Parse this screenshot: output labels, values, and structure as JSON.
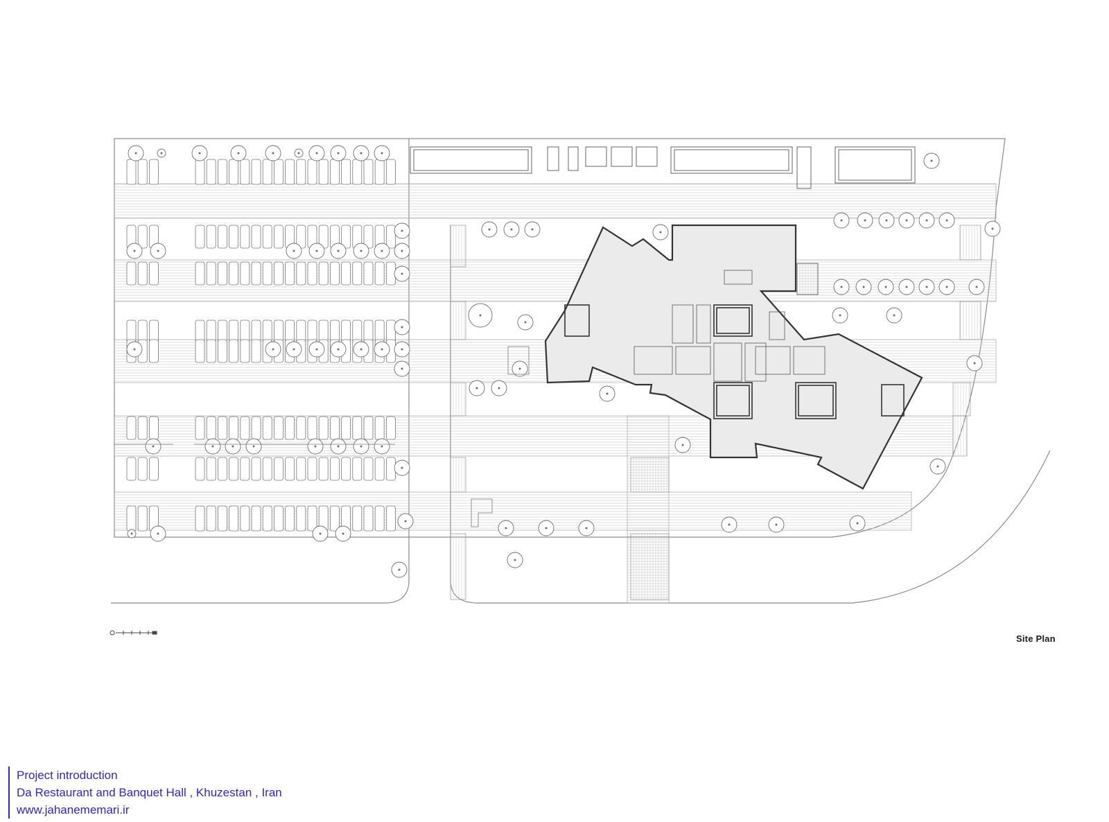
{
  "drawing": {
    "label": "Site Plan",
    "line_color": "#8a8a8a",
    "outline_color": "#444444"
  },
  "footer": {
    "line1": "Project introduction",
    "line2": "Da Restaurant and Banquet Hall , Khuzestan , Iran",
    "line3": "www.jahanememari.ir",
    "color": "#2f27c9"
  }
}
